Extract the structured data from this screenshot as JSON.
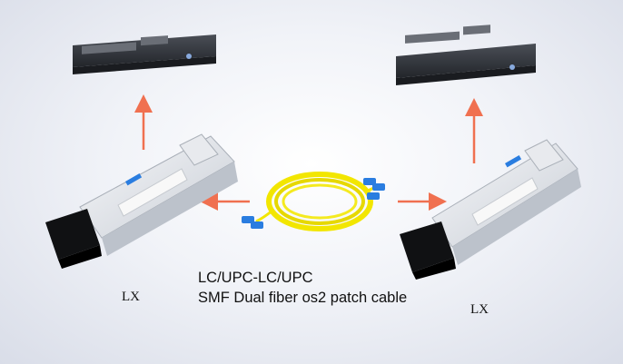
{
  "left_module": {
    "label": "LX"
  },
  "right_module": {
    "label": "LX"
  },
  "cable": {
    "line1": "LC/UPC-LC/UPC",
    "line2": "SMF Dual fiber os2 patch cable"
  },
  "colors": {
    "arrow": "#f07050",
    "cable": "#f2e600",
    "connector": "#2a7de0",
    "switch_body": "#2a2d33",
    "module_shell": "#dfe3e8"
  }
}
